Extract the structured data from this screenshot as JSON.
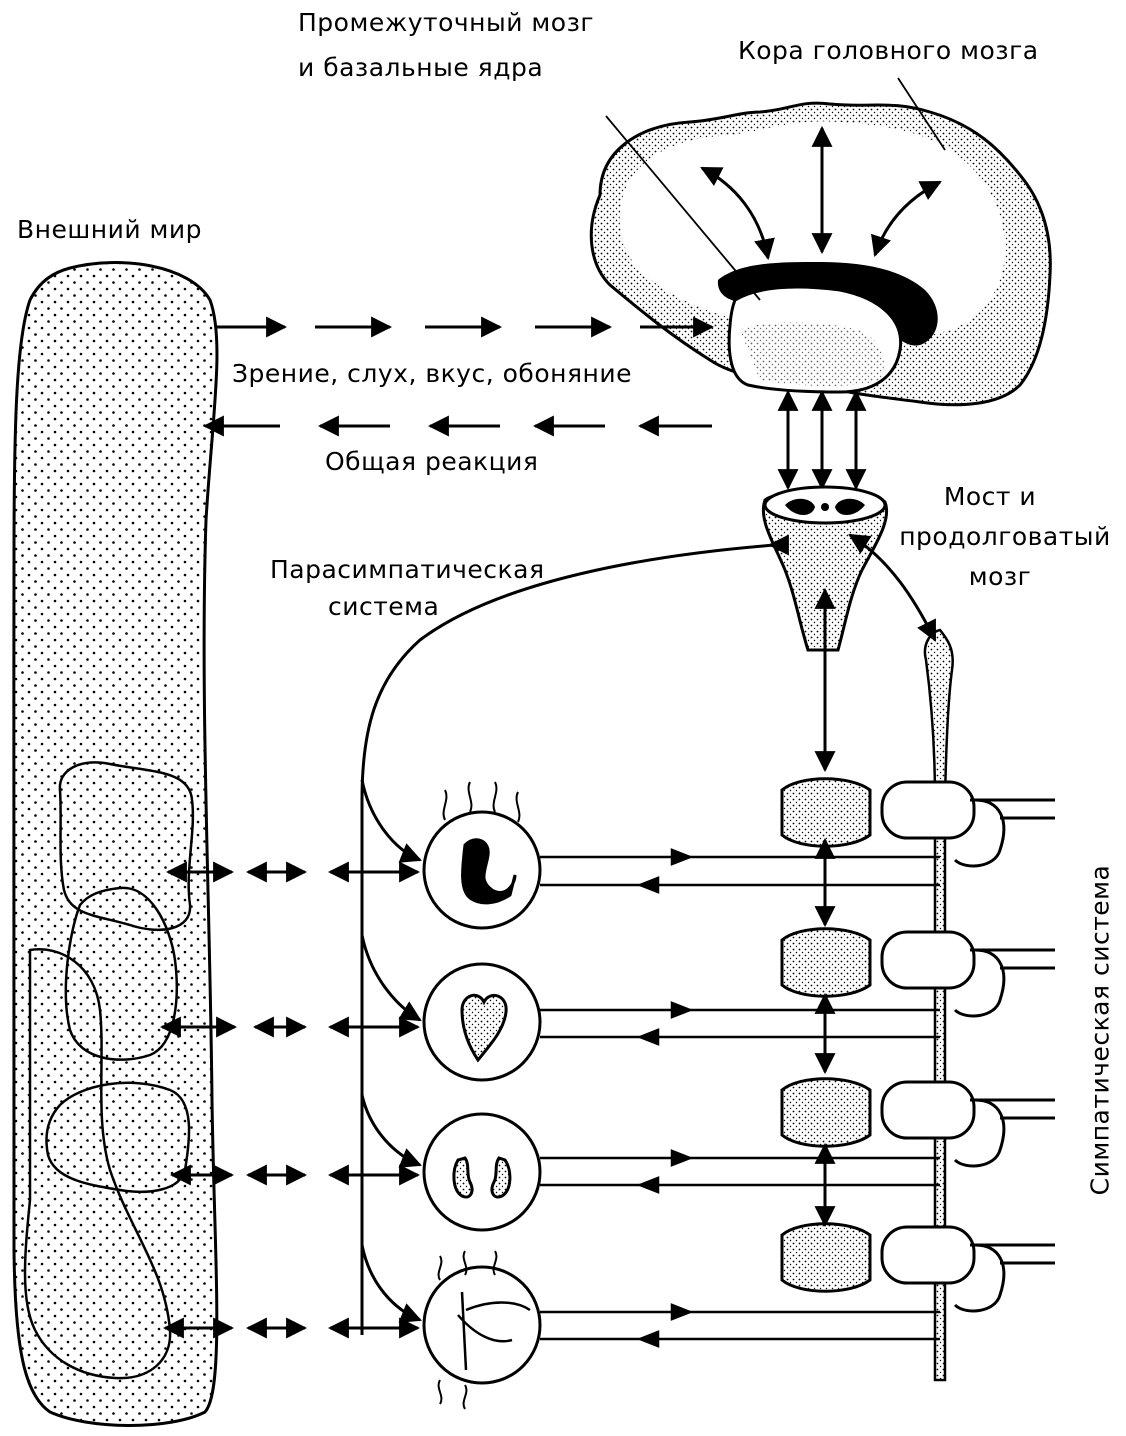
{
  "labels": {
    "diencephalon_line1": "Промежуточный мозг",
    "diencephalon_line2": "и базальные ядра",
    "cortex": "Кора головного мозга",
    "external_world": "Внешний мир",
    "senses": "Зрение, слух, вкус, обоняние",
    "general_reaction": "Общая реакция",
    "pons_line1": "Мост и",
    "pons_line2": "продолговатый",
    "pons_line3": "мозг",
    "parasympathetic_line1": "Парасимпатическая",
    "parasympathetic_line2": "система",
    "sympathetic": "Симпатическая система"
  },
  "colors": {
    "ink": "#000000",
    "paper": "#ffffff"
  },
  "icons": [
    "brain-icon",
    "brainstem-icon",
    "spinal-segment-icon",
    "muscle-organ-icon",
    "heart-organ-icon",
    "kidneys-organ-icon",
    "intestine-organ-icon"
  ]
}
